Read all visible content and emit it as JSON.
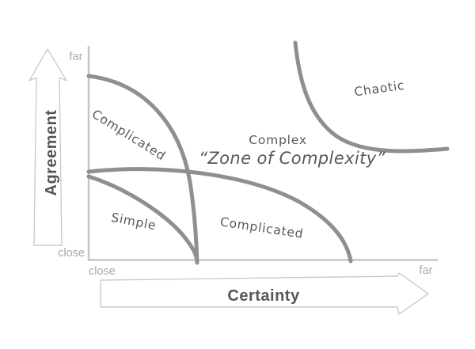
{
  "colors": {
    "background": "#ffffff",
    "curve": "#8f8f8f",
    "axis_line": "#c5c5c5",
    "arrow_outline": "#cbcbcb",
    "arrow_fill": "#ffffff",
    "region_label": "#58585a",
    "endpoint_label": "#a9a9a9",
    "axis_title": "#565656"
  },
  "y_axis": {
    "title": "Agreement",
    "top_label": "far",
    "bottom_label": "close"
  },
  "x_axis": {
    "title": "Certainty",
    "left_label": "close",
    "right_label": "far"
  },
  "regions": {
    "complicated_upper": "Complicated",
    "simple": "Simple",
    "complicated_lower": "Complicated",
    "complex": "Complex",
    "zone_of_complexity": "“Zone of Complexity”",
    "chaotic": "Chaotic"
  }
}
